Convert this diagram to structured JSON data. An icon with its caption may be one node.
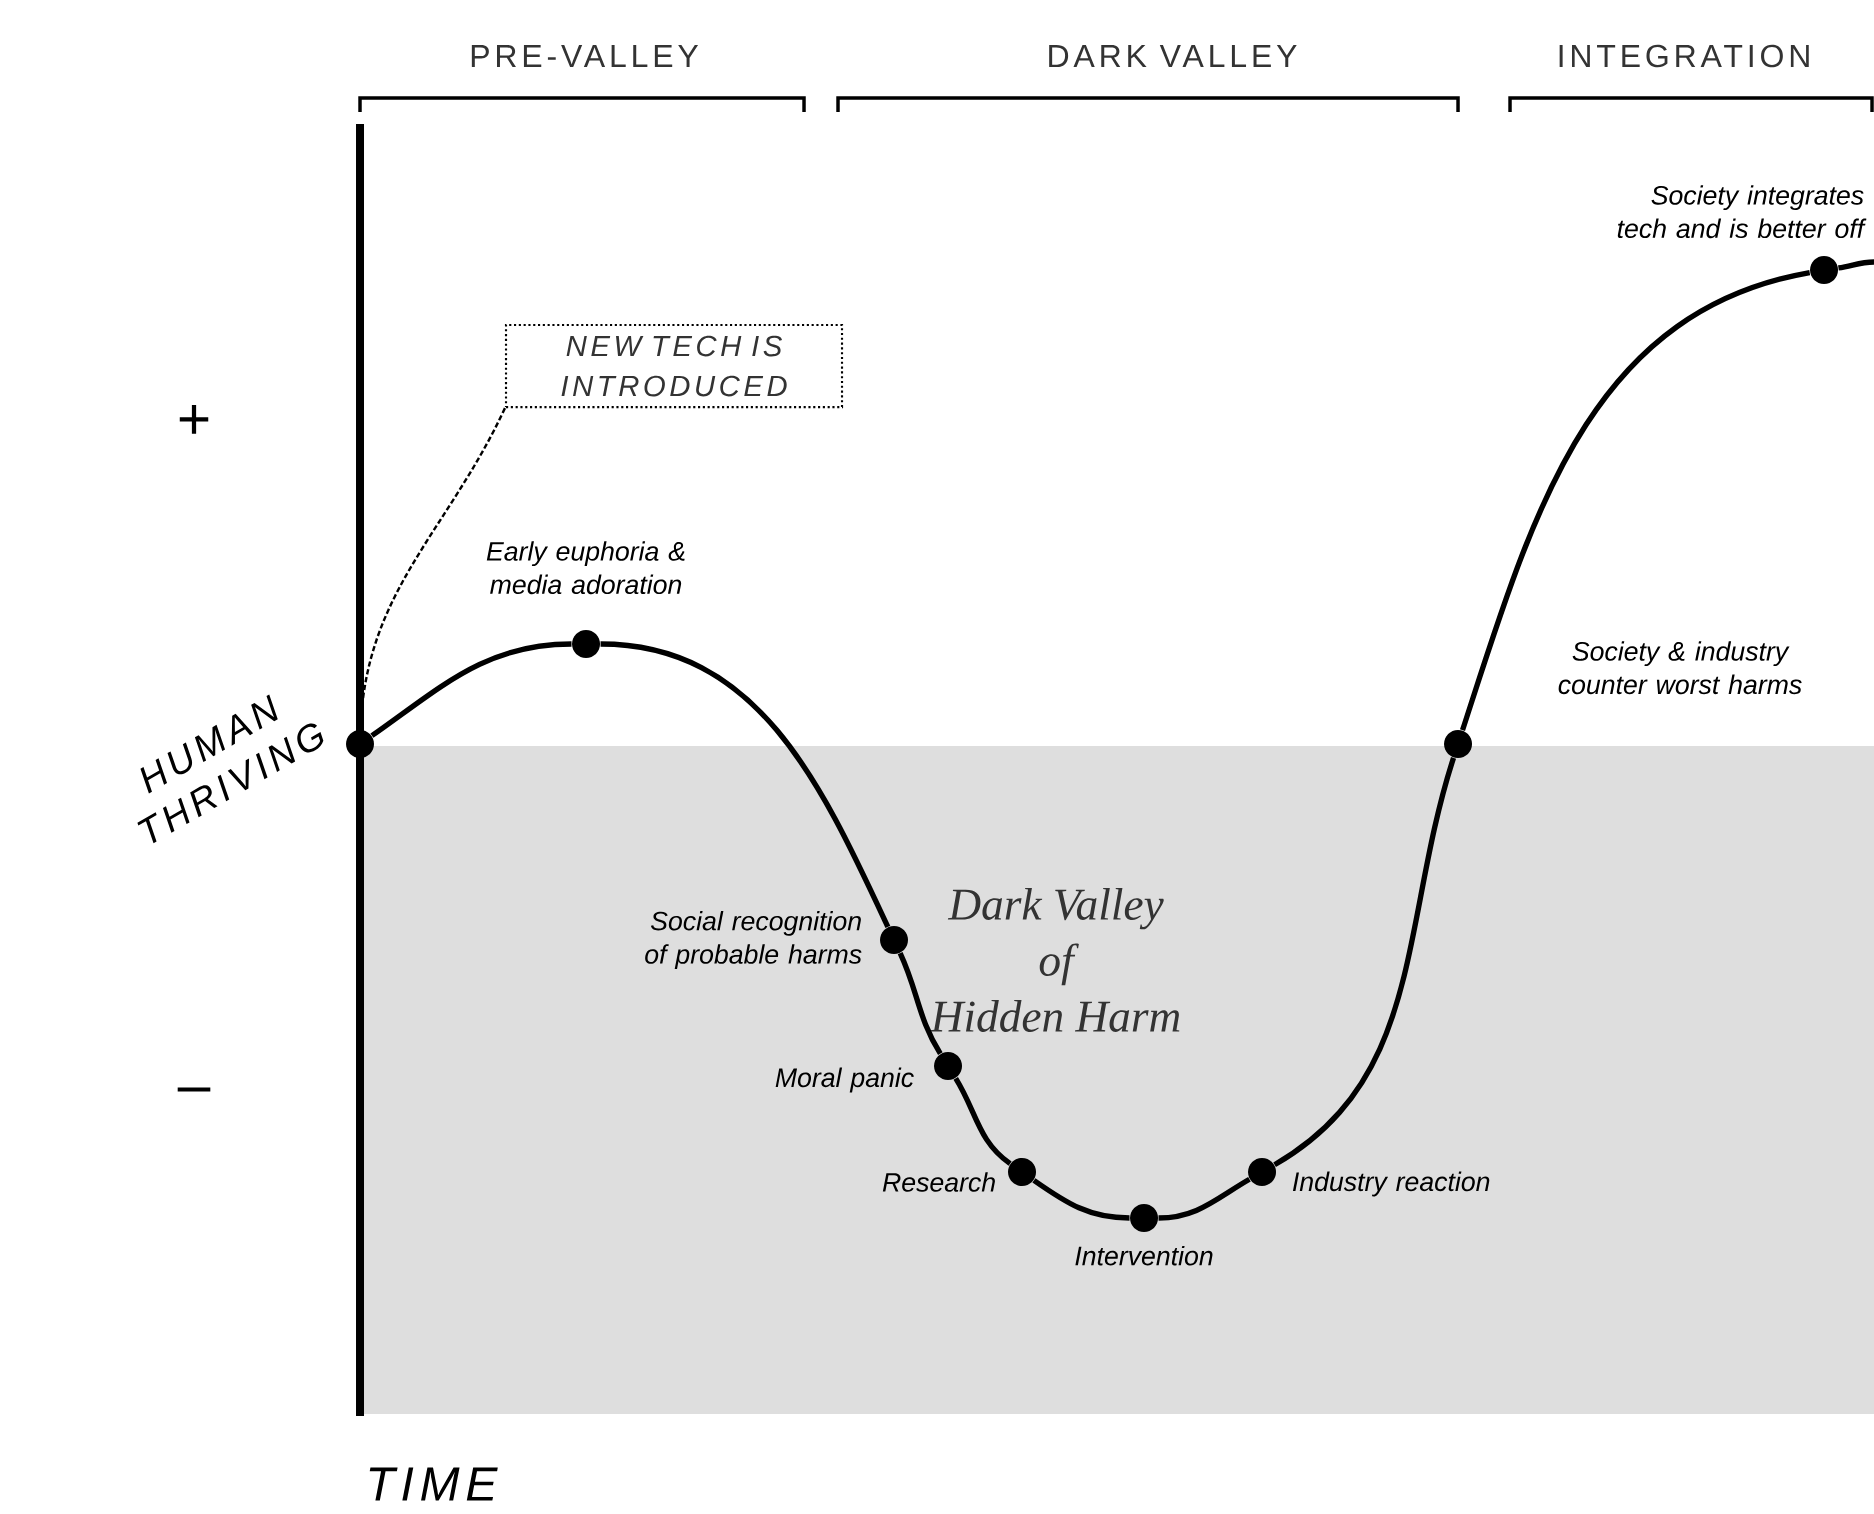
{
  "diagram": {
    "nodes": [
      {
        "text": [
          "Dark Valley of Hidden Harm"
        ]
      },
      {
        "text": [
          "NEW TECH IS INTRODUCED"
        ]
      },
      {
        "text": [],
        "shape": "circle"
      },
      {
        "text": [],
        "shape": "circle",
        "beside": [
          "Early euphoria & media adoration"
        ]
      },
      {
        "text": [],
        "shape": "circle",
        "beside": [
          "Social recognition of probable harms"
        ],
        "in": 0
      },
      {
        "text": [],
        "shape": "circle",
        "beside": [
          "Moral panic"
        ],
        "in": 0
      },
      {
        "text": [],
        "shape": "circle",
        "beside": [
          "Research"
        ],
        "in": 0
      },
      {
        "text": [],
        "shape": "circle",
        "beside": [
          "Intervention"
        ],
        "in": 0
      },
      {
        "text": [],
        "shape": "circle",
        "beside": [
          "Industry reaction"
        ],
        "in": 0
      },
      {
        "text": [],
        "shape": "circle",
        "beside": [
          "Society & industry counter worst harms"
        ]
      },
      {
        "text": [],
        "shape": "circle",
        "beside": [
          "Society integrates tech and is better off"
        ]
      }
    ],
    "edges": [
      {
        "from": 1,
        "to": 2,
        "arrow": "none",
        "style": "dashed"
      },
      {
        "from": 2,
        "to": 3,
        "arrow": "none"
      },
      {
        "from": 3,
        "to": 4,
        "arrow": "none"
      },
      {
        "from": 4,
        "to": 5,
        "arrow": "none"
      },
      {
        "from": 5,
        "to": 6,
        "arrow": "none"
      },
      {
        "from": 6,
        "to": 7,
        "arrow": "none"
      },
      {
        "from": 7,
        "to": 8,
        "arrow": "none"
      },
      {
        "from": 8,
        "to": 9,
        "arrow": "none"
      },
      {
        "from": 9,
        "to": 10,
        "arrow": "none"
      },
      {
        "from": 10,
        "to": null,
        "arrow": "none"
      }
    ],
    "labels": [
      "PRE-VALLEY",
      "DARK VALLEY",
      "INTEGRATION",
      "+",
      "HUMAN THRIVING",
      "–",
      "TIME"
    ]
  }
}
